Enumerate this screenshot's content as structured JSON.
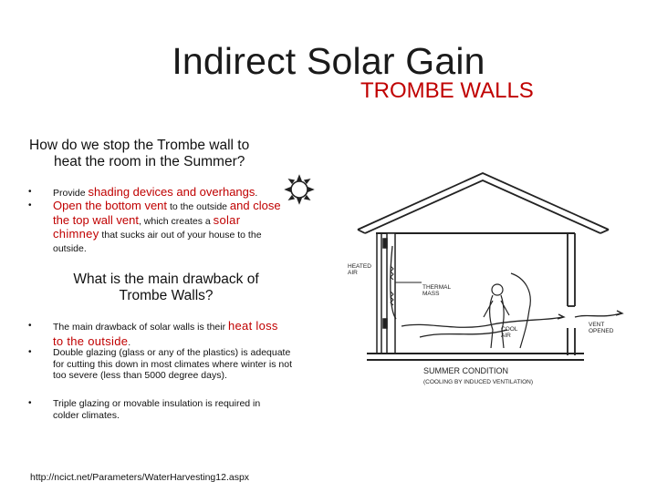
{
  "slide": {
    "title": "Indirect Solar Gain",
    "subtitle": "TROMBE WALLS"
  },
  "section1": {
    "question_line1": "How do we stop the Trombe wall to",
    "question_line2": "heat the room in the Summer?",
    "bullet1": {
      "prefix": "Provide ",
      "highlight": "shading devices and overhangs",
      "suffix": "."
    },
    "bullet2": {
      "h1": "Open the bottom vent",
      "t1": " to the outside ",
      "h2": "and close the top wall vent",
      "t2": ", which creates a ",
      "h3": "solar chimney",
      "t3": " that sucks air out of your house to the outside."
    }
  },
  "section2": {
    "question": "What is the main drawback of Trombe Walls?",
    "bullet1": {
      "text": "The main drawback of solar walls is their ",
      "highlight": "heat loss to the outside",
      "suffix": "."
    },
    "bullet2": "Double glazing (glass or any of the plastics) is adequate for cutting this down in most climates where winter is not too severe (less than 5000 degree days).",
    "bullet3": "Triple glazing or movable insulation is required in colder climates."
  },
  "source_url": "http://ncict.net/Parameters/WaterHarvesting12.aspx",
  "diagram": {
    "label_heated_air_1": "HEATED",
    "label_heated_air_2": "AIR",
    "label_thermal_mass_1": "THERMAL",
    "label_thermal_mass_2": "MASS",
    "label_cool_air_1": "COOL",
    "label_cool_air_2": "AIR",
    "label_vent_1": "VENT",
    "label_vent_2": "OPENED",
    "caption": "SUMMER CONDITION",
    "subcaption": "(COOLING BY INDUCED VENTILATION)"
  },
  "bullet_char": "•",
  "colors": {
    "accent": "#c00000",
    "text": "#111111",
    "background": "#ffffff"
  }
}
